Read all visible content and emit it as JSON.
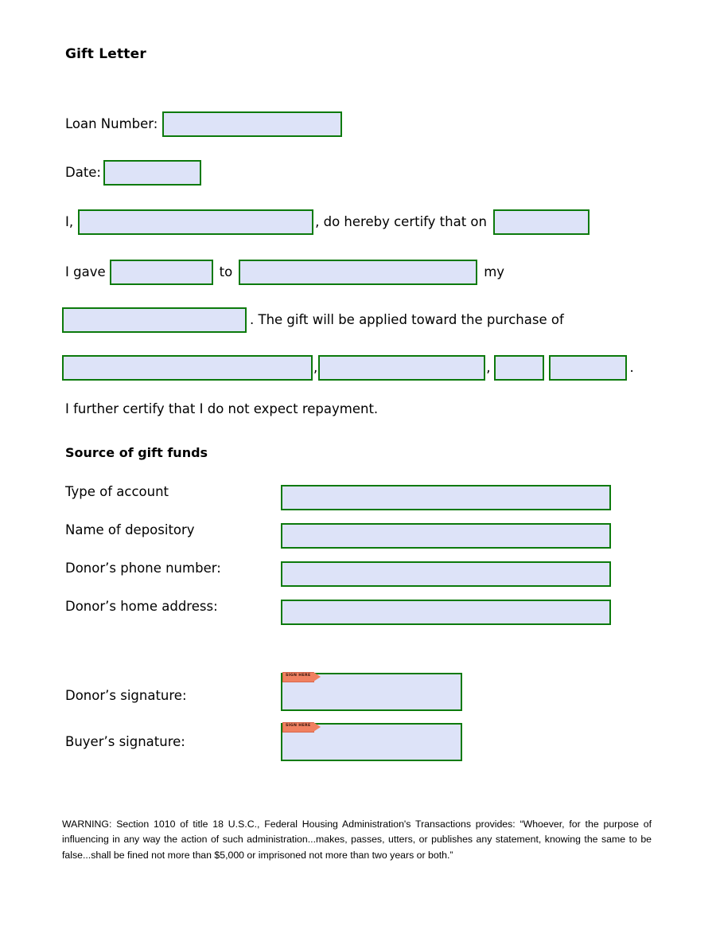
{
  "document": {
    "title": "Gift Letter"
  },
  "fields": {
    "loan_number_label": "Loan Number:",
    "date_label": "Date:",
    "certify_prefix": "I,",
    "certify_middle": ", do hereby certify that on",
    "gave_prefix": "I gave",
    "gave_to": "to",
    "gave_suffix": "my",
    "applied_text": ". The gift will be applied toward the purchase of",
    "comma": ",",
    "period": ".",
    "further_certify": "I further certify that I do not expect repayment."
  },
  "source_section": {
    "heading": "Source of gift funds",
    "rows": [
      {
        "label": "Type of account"
      },
      {
        "label": "Name of depository"
      },
      {
        "label": "Donor’s phone number:"
      },
      {
        "label": "Donor’s home address:"
      }
    ]
  },
  "signatures": {
    "rows": [
      {
        "label": "Donor’s signature:",
        "tag": "SIGN HERE"
      },
      {
        "label": "Buyer’s signature:",
        "tag": "SIGN HERE"
      }
    ]
  },
  "warning": {
    "text": "WARNING: Section 1010 of title 18 U.S.C., Federal Housing Administration's Transactions provides: “Whoever, for the purpose of influencing in any way the action of such administration...makes, passes, utters, or publishes any statement, knowing the same to be false...shall be fined not more than $5,000 or imprisoned not more than two years or both.”"
  },
  "values": {
    "loan_number": "",
    "date": "",
    "donor_name": "",
    "gift_date": "",
    "gift_amount": "",
    "recipient_name": "",
    "relationship": "",
    "property_address": "",
    "property_city": "",
    "property_state": "",
    "property_zip": "",
    "type_of_account": "",
    "name_of_depository": "",
    "donor_phone": "",
    "donor_address": "",
    "donor_signature": "",
    "buyer_signature": ""
  },
  "colors": {
    "field_fill": "#dde3f8",
    "field_border": "#0c7a0c",
    "sign_tag": "#f08060",
    "text": "#000000"
  }
}
